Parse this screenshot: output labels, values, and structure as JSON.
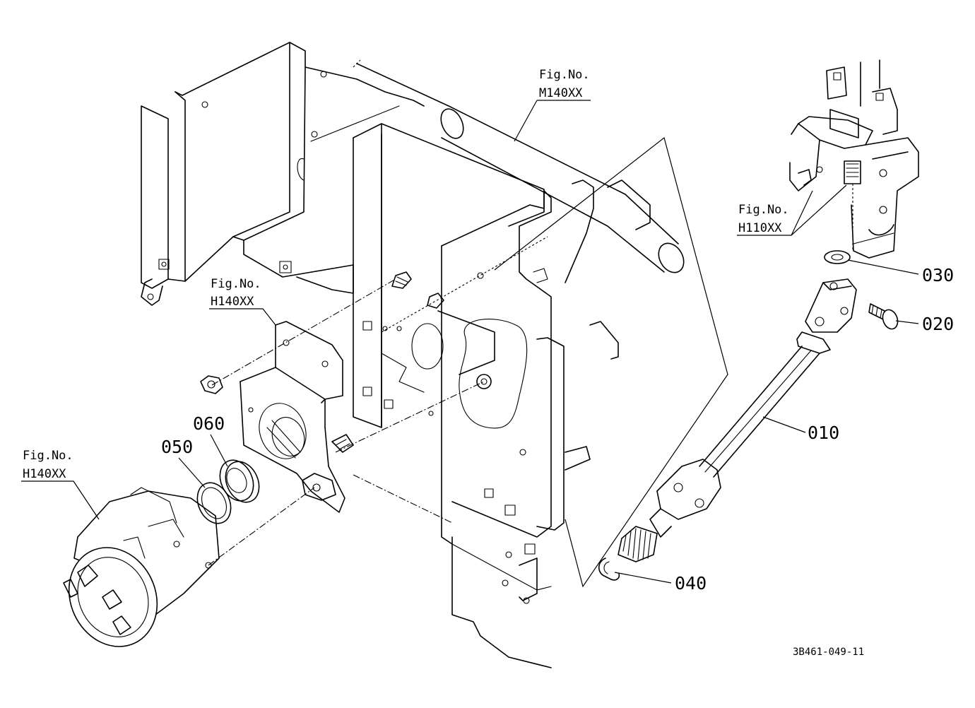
{
  "diagram": {
    "drawing_number": "3B461-049-11",
    "fig_refs": [
      {
        "id": "m140",
        "caption": "Fig.No.",
        "code": "M140XX"
      },
      {
        "id": "h110",
        "caption": "Fig.No.",
        "code": "H110XX"
      },
      {
        "id": "h140_upper",
        "caption": "Fig.No.",
        "code": "H140XX"
      },
      {
        "id": "h140_lower",
        "caption": "Fig.No.",
        "code": "H140XX"
      }
    ],
    "parts": [
      {
        "id": "p010",
        "number": "010",
        "component": "universal-joint-shaft"
      },
      {
        "id": "p020",
        "number": "020",
        "component": "bolt"
      },
      {
        "id": "p030",
        "number": "030",
        "component": "washer"
      },
      {
        "id": "p040",
        "number": "040",
        "component": "snap-ring"
      },
      {
        "id": "p050",
        "number": "050",
        "component": "circlip"
      },
      {
        "id": "p060",
        "number": "060",
        "component": "ball-bearing"
      }
    ]
  }
}
